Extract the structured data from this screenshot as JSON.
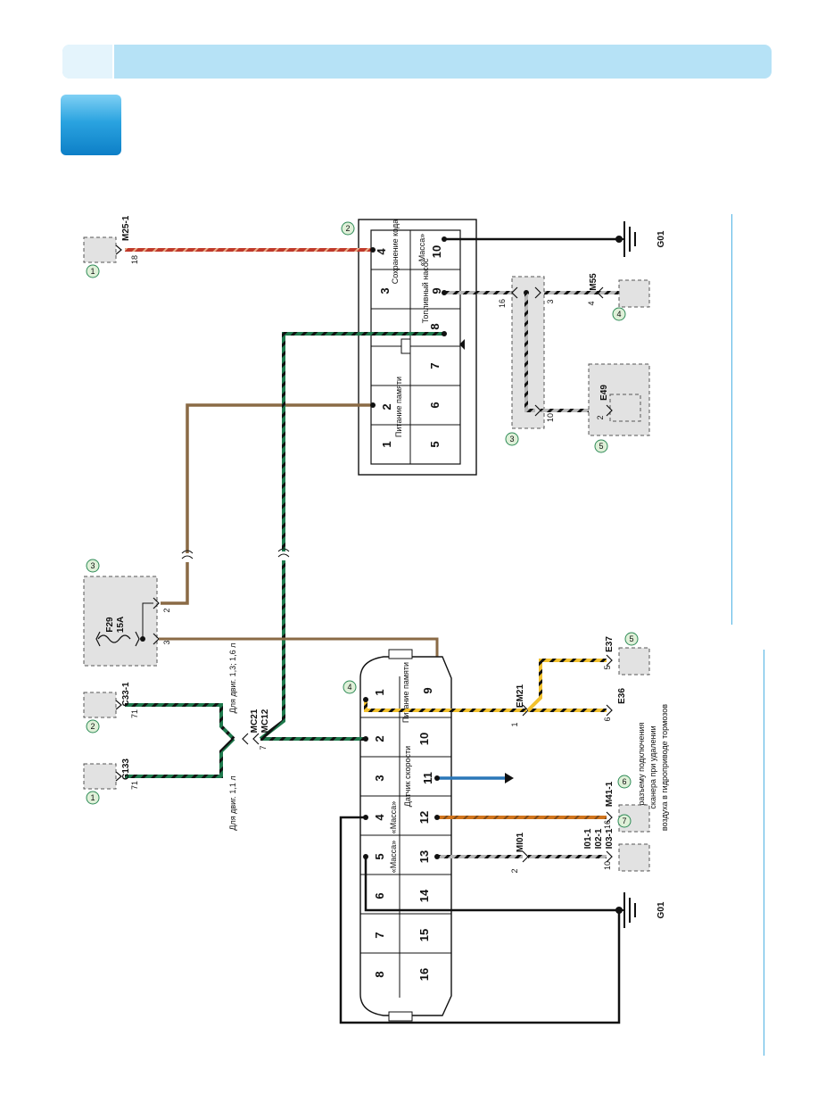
{
  "colors": {
    "header_bar": "#b6e2f6",
    "chapter_square": "#1a90d4",
    "wire_red": "#c0392b",
    "wire_green_black": "#1f7a4d",
    "wire_brown": "#8a6a45",
    "wire_grey": "#9a9a9a",
    "wire_yellow_black": "#e8b020",
    "wire_orange_brown": "#d0741c",
    "wire_blue": "#2a77b8",
    "wire_black": "#111111"
  },
  "connectors": {
    "m25_1": {
      "name": "M25-1",
      "pin": "18",
      "location": "1"
    },
    "c33_1": {
      "name": "C33-1",
      "pin": "71",
      "location": "2"
    },
    "c133": {
      "name": "C133",
      "pin": "71",
      "location": "1"
    },
    "mc21_mc12": {
      "name_a": "MC21",
      "name_b": "MC12",
      "pin": "7"
    },
    "m55": {
      "name": "M55",
      "pin_left": "4",
      "pin_right": "3",
      "location": "4"
    },
    "e49": {
      "name": "E49",
      "pin": "2",
      "location": "5"
    },
    "e37": {
      "name": "E37",
      "pin": "5",
      "location": "5"
    },
    "e36": {
      "name": "E36",
      "pin": "6"
    },
    "em21": {
      "name": "EM21",
      "pin": "1"
    },
    "m41_1": {
      "name": "M41-1",
      "pin": "16",
      "location": "6"
    },
    "mi01": {
      "name": "MI01",
      "pin": "2"
    },
    "i01": {
      "names": [
        "I01-1",
        "I02-1",
        "I03-1"
      ],
      "pin": "10",
      "location": "7"
    }
  },
  "grounds": {
    "upper": "G01",
    "lower": "G01"
  },
  "fuse_box": {
    "location": "3",
    "fuse": "F29",
    "rating": "15A",
    "pin_a": "2",
    "pin_b": "3"
  },
  "splice": {
    "location": "3",
    "pin_a": "16",
    "pin_b": "10"
  },
  "engine_notes": {
    "small": "Для двиг. 1,1 л",
    "large": "Для двиг. 1,3; 1,6 л"
  },
  "module_upper": {
    "location": "2",
    "pins": [
      "1",
      "2",
      "3",
      "4",
      "5",
      "6",
      "7",
      "8",
      "9",
      "10"
    ],
    "label_memory": "Питание памяти",
    "label_code": "Сохранение кода",
    "label_fuel": "Топливный насос",
    "label_ground": "«Масса»"
  },
  "module_lower": {
    "location": "4",
    "pins": [
      "1",
      "2",
      "3",
      "4",
      "5",
      "6",
      "7",
      "8",
      "9",
      "10",
      "11",
      "12",
      "13",
      "14",
      "15",
      "16"
    ],
    "label_memory": "Питание памяти",
    "label_speed": "Датчик скорости",
    "label_ground_a": "«Масса»",
    "label_ground_b": "«Масса»"
  },
  "note_scanner": "К разъему подключения сканера при удалении воздуха в гидроприводе тормозов"
}
